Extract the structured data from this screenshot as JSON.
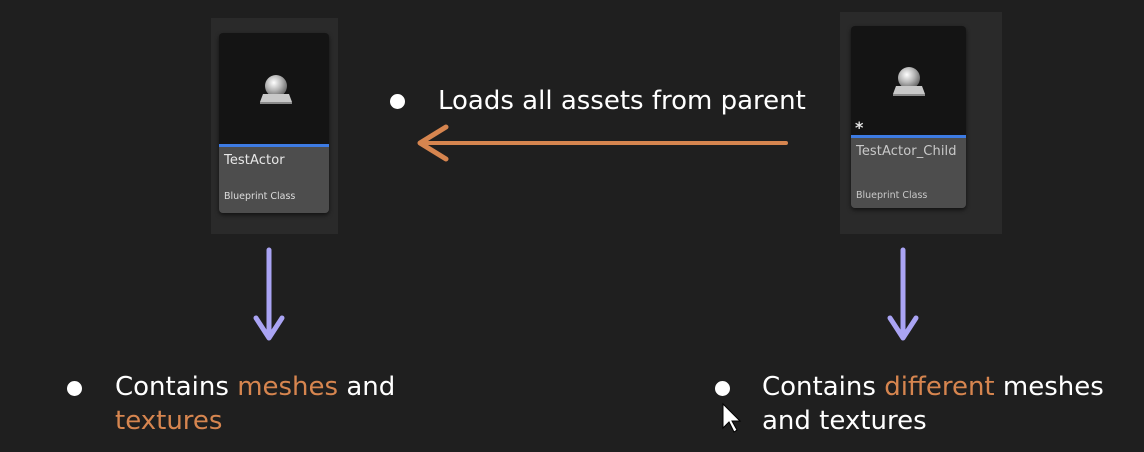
{
  "left_asset": {
    "name": "TestActor",
    "type": "Blueprint Class"
  },
  "right_asset": {
    "name": "TestActor_Child",
    "type": "Blueprint Class",
    "modified_marker": "*"
  },
  "relation": {
    "text": "Loads all assets from parent",
    "arrow_color": "#d6854f"
  },
  "left_note": {
    "prefix": "Contains ",
    "highlight1": "meshes",
    "middle": " and",
    "highlight2": "textures"
  },
  "right_note": {
    "prefix": "Contains ",
    "highlight": "different",
    "suffix": " meshes",
    "line2": "and textures"
  },
  "colors": {
    "background": "#1f1f1f",
    "highlight": "#d6854f",
    "down_arrow": "#aaa4f4",
    "asset_accent": "#3d7be3"
  }
}
